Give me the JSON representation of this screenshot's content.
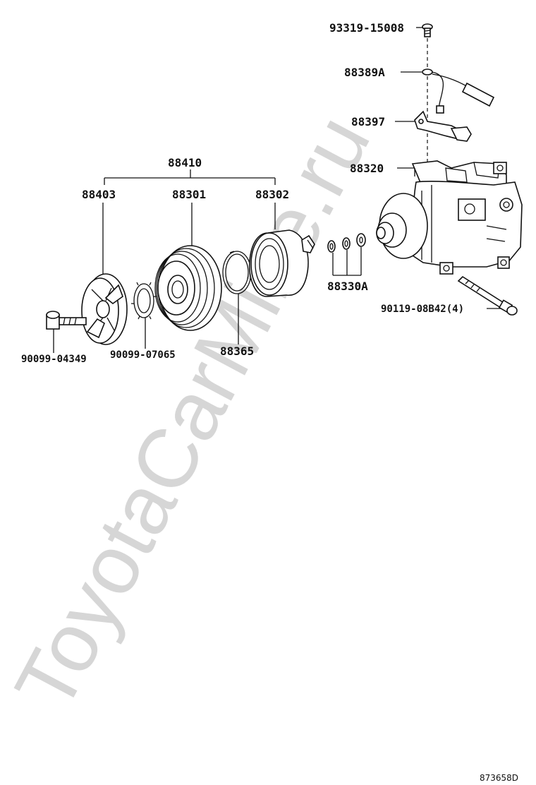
{
  "watermark": "ToyotaCarMine.ru",
  "labels": {
    "p93319": "93319-15008",
    "p88389": "88389A",
    "p88397": "88397",
    "p88320": "88320",
    "p88410": "88410",
    "p88403": "88403",
    "p88301": "88301",
    "p88302": "88302",
    "p88330": "88330A",
    "p90119": "90119-08B42(4)",
    "p90099a": "90099-04349",
    "p90099b": "90099-07065",
    "p88365": "88365"
  },
  "ref_code": "873658D"
}
